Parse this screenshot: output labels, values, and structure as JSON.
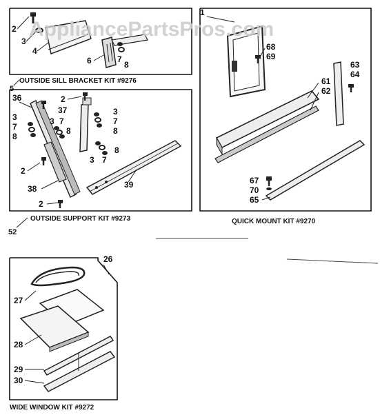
{
  "watermark": "AppliancePartsPros.com",
  "kits": {
    "sill": {
      "title": "OUTSIDE SILL BRACKET KIT #9276"
    },
    "support": {
      "title": "OUTSIDE SUPPORT KIT #9273"
    },
    "quick": {
      "title": "QUICK MOUNT KIT #9270"
    },
    "wide": {
      "title": "WIDE WINDOW KIT #9272"
    }
  },
  "callouts": {
    "sill": {
      "c2": "2",
      "c3": "3",
      "c4": "4",
      "c6": "6",
      "c7": "7",
      "c8": "8",
      "c5": "5"
    },
    "support": {
      "c36": "36",
      "c2a": "2",
      "c37": "37",
      "c3a": "3",
      "c7a": "7",
      "c8a": "8",
      "c3b": "3",
      "c7b": "7",
      "c8b": "8",
      "c3c": "3",
      "c7c": "7",
      "c8c": "8",
      "c3d": "3",
      "c7d": "7",
      "c8d": "8",
      "c2b": "2",
      "c38": "38",
      "c2c": "2",
      "c39": "39",
      "c52": "52"
    },
    "quick": {
      "c1": "1",
      "c68": "68",
      "c69": "69",
      "c61": "61",
      "c62": "62",
      "c63": "63",
      "c64": "64",
      "c67": "67",
      "c70": "70",
      "c65": "65"
    },
    "wide": {
      "c26": "26",
      "c27": "27",
      "c28": "28",
      "c29": "29",
      "c30": "30"
    }
  }
}
